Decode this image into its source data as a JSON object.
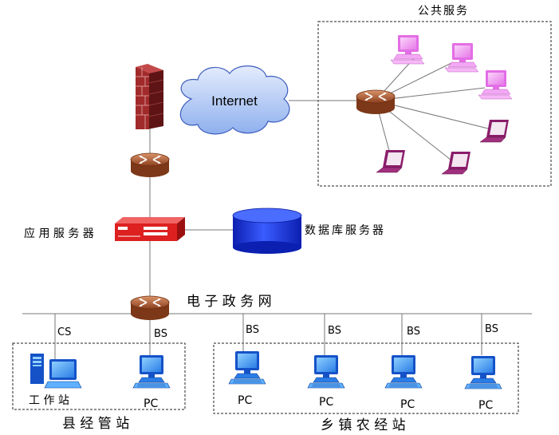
{
  "labels": {
    "public_service": "公共服务",
    "internet": "Internet",
    "app_server": "应 用 服 务 器",
    "db_server": "数据库服务器",
    "egov_network": "电 子 政 务 网",
    "county_station": "县 经 管 站",
    "town_station": "乡 镇 农 经 站",
    "workstation": "工 作 站",
    "cs": "CS",
    "bs": "BS",
    "pc": "PC"
  },
  "colors": {
    "router": "#b4633a",
    "firewall": "#a12a2a",
    "cloud": "#b9cdf5",
    "app_server": "#dd2020",
    "database": "#1a35e0",
    "pc": "#1a6fe0",
    "public_monitor": "#ee7cf0",
    "public_laptop": "#8a1d6a",
    "line": "#777777"
  }
}
